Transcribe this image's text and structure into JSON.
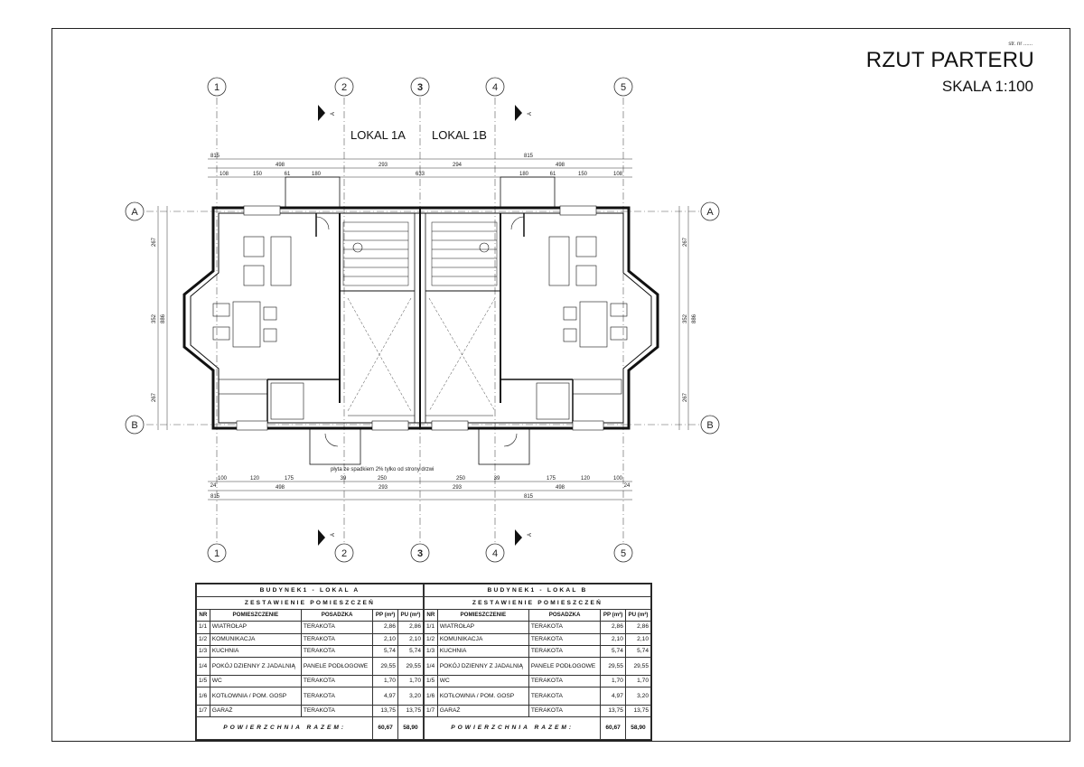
{
  "header": {
    "page_number": "str. nr ......",
    "title": "RZUT PARTERU",
    "scale": "SKALA 1:100"
  },
  "plan": {
    "units": [
      {
        "name": "LOKAL 1A"
      },
      {
        "name": "LOKAL 1B"
      }
    ],
    "axes_vertical": [
      "1",
      "2",
      "3",
      "4",
      "5"
    ],
    "axes_horizontal": [
      "A",
      "B"
    ],
    "section_mark": "A",
    "top_dims": {
      "overall": "815",
      "row2": [
        "498",
        "293",
        "294",
        "498"
      ],
      "row3": [
        "108",
        "150",
        "61",
        "180",
        "633",
        "180",
        "61",
        "150",
        "108"
      ]
    },
    "bottom_dims": {
      "row1": [
        "100",
        "120",
        "175",
        "250",
        "250",
        "175",
        "120",
        "100"
      ],
      "row2": [
        "498",
        "293",
        "293",
        "498"
      ],
      "overall": "815",
      "edge": [
        "24",
        "39",
        "39",
        "24"
      ]
    },
    "side_dims": [
      "267",
      "352",
      "267",
      "886"
    ],
    "annotation": "płyta ze spadkiem 2% tylko od strony drzwi"
  },
  "tables": [
    {
      "building": "BUDYNEK1 - LOKAL A",
      "subtitle": "ZESTAWIENIE POMIESZCZEŃ",
      "columns": [
        "NR",
        "POMIESZCZENIE",
        "POSADZKA",
        "PP (m²)",
        "PU (m²)"
      ],
      "rows": [
        {
          "nr": "1/1",
          "room": "WIATROŁAP",
          "floor": "TERAKOTA",
          "pp": "2,86",
          "pu": "2,86"
        },
        {
          "nr": "1/2",
          "room": "KOMUNIKACJA",
          "floor": "TERAKOTA",
          "pp": "2,10",
          "pu": "2,10"
        },
        {
          "nr": "1/3",
          "room": "KUCHNIA",
          "floor": "TERAKOTA",
          "pp": "5,74",
          "pu": "5,74"
        },
        {
          "nr": "1/4",
          "room": "POKÓJ DZIENNY Z JADALNIĄ",
          "floor": "PANELE PODŁOGOWE",
          "pp": "29,55",
          "pu": "29,55"
        },
        {
          "nr": "1/5",
          "room": "WC",
          "floor": "TERAKOTA",
          "pp": "1,70",
          "pu": "1,70"
        },
        {
          "nr": "1/6",
          "room": "KOTŁOWNIA / POM. GOSP",
          "floor": "TERAKOTA",
          "pp": "4,97",
          "pu": "3,20"
        },
        {
          "nr": "1/7",
          "room": "GARAŻ",
          "floor": "TERAKOTA",
          "pp": "13,75",
          "pu": "13,75"
        }
      ],
      "total_label": "POWIERZCHNIA RAZEM:",
      "total_pp": "60,67",
      "total_pu": "58,90"
    },
    {
      "building": "BUDYNEK1 - LOKAL B",
      "subtitle": "ZESTAWIENIE POMIESZCZEŃ",
      "columns": [
        "NR",
        "POMIESZCZENIE",
        "POSADZKA",
        "PP (m²)",
        "PU (m²)"
      ],
      "rows": [
        {
          "nr": "1/1",
          "room": "WIATROŁAP",
          "floor": "TERAKOTA",
          "pp": "2,86",
          "pu": "2,86"
        },
        {
          "nr": "1/2",
          "room": "KOMUNIKACJA",
          "floor": "TERAKOTA",
          "pp": "2,10",
          "pu": "2,10"
        },
        {
          "nr": "1/3",
          "room": "KUCHNIA",
          "floor": "TERAKOTA",
          "pp": "5,74",
          "pu": "5,74"
        },
        {
          "nr": "1/4",
          "room": "POKÓJ DZIENNY Z JADALNIĄ",
          "floor": "PANELE PODŁOGOWE",
          "pp": "29,55",
          "pu": "29,55"
        },
        {
          "nr": "1/5",
          "room": "WC",
          "floor": "TERAKOTA",
          "pp": "1,70",
          "pu": "1,70"
        },
        {
          "nr": "1/6",
          "room": "KOTŁOWNIA / POM. GOSP",
          "floor": "TERAKOTA",
          "pp": "4,97",
          "pu": "3,20"
        },
        {
          "nr": "1/7",
          "room": "GARAŻ",
          "floor": "TERAKOTA",
          "pp": "13,75",
          "pu": "13,75"
        }
      ],
      "total_label": "POWIERZCHNIA RAZEM:",
      "total_pp": "60,67",
      "total_pu": "58,90"
    }
  ]
}
